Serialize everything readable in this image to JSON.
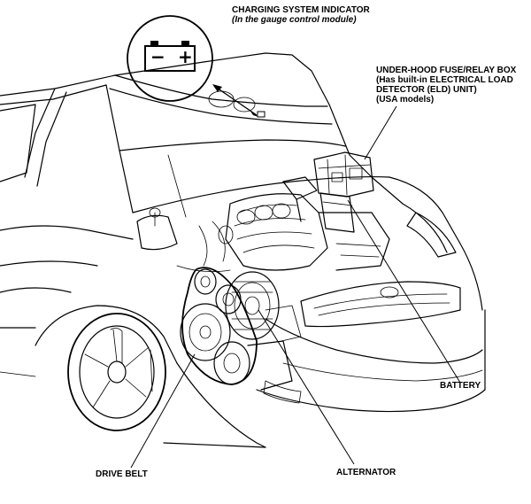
{
  "labels": {
    "charging_indicator": {
      "line1": "CHARGING SYSTEM INDICATOR",
      "line2": "(In the gauge control module)"
    },
    "fuse_box": {
      "line1": "UNDER-HOOD FUSE/RELAY BOX",
      "line2": "(Has built-in ELECTRICAL LOAD",
      "line3": "DETECTOR (ELD) UNIT)",
      "line4": "(USA models)"
    },
    "battery": "BATTERY",
    "drive_belt": "DRIVE BELT",
    "alternator": "ALTERNATOR"
  },
  "icons": {
    "indicator_symbol": "battery-charge-icon",
    "minus": "−",
    "plus": "+"
  }
}
